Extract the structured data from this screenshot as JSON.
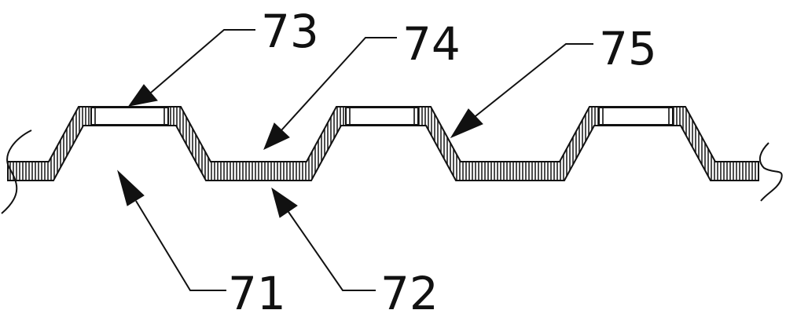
{
  "labels": {
    "l71": "71",
    "l72": "72",
    "l73": "73",
    "l74": "74",
    "l75": "75"
  },
  "colors": {
    "stroke": "#111111",
    "hatch": "#222222",
    "background": "#ffffff"
  }
}
